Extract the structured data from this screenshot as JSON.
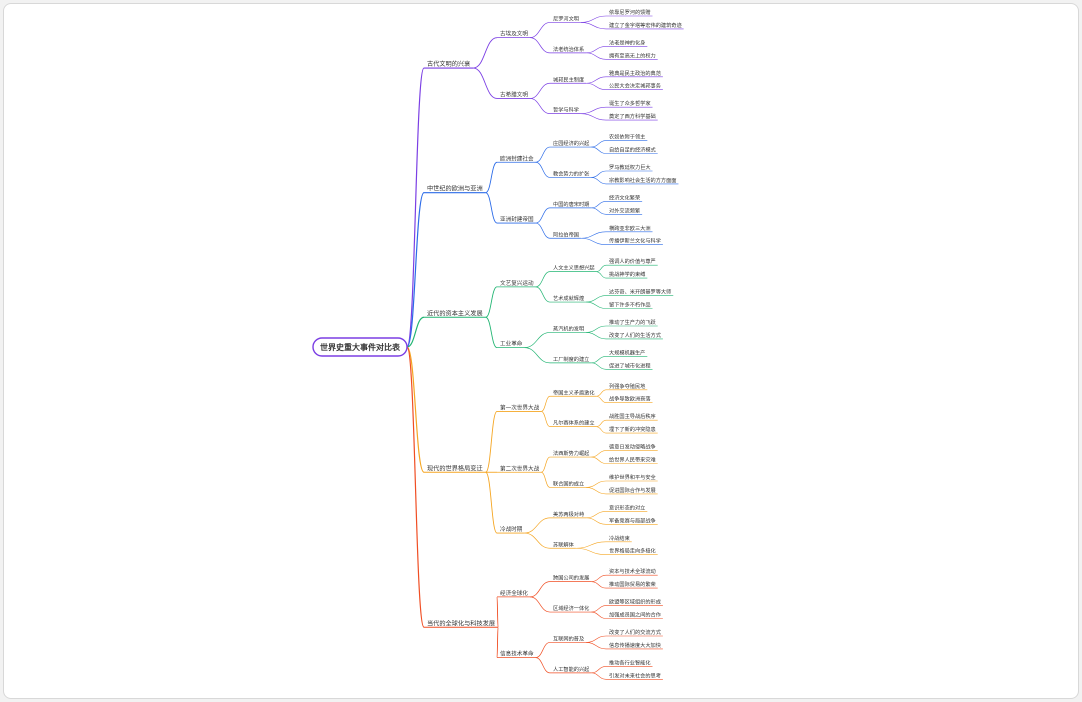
{
  "colors": {
    "background": "#ffffff",
    "root_border": "#7b3fe4",
    "branches": [
      "#7b3fe4",
      "#2b6be8",
      "#22b573",
      "#f5a623",
      "#f04e23",
      "#e64aa8"
    ]
  },
  "mindmap": {
    "root": "世界史重大事件对比表",
    "branches": [
      {
        "label": "古代文明的兴衰",
        "children": [
          {
            "label": "古埃及文明",
            "children": [
              {
                "label": "尼罗河文明",
                "children": [
                  {
                    "label": "依靠尼罗河的馈赠"
                  },
                  {
                    "label": "建立了金字塔等宏伟的建筑奇迹"
                  }
                ]
              },
              {
                "label": "法老统治体系",
                "children": [
                  {
                    "label": "法老是神的化身"
                  },
                  {
                    "label": "拥有至高无上的权力"
                  }
                ]
              }
            ]
          },
          {
            "label": "古希腊文明",
            "children": [
              {
                "label": "城邦民主制度",
                "children": [
                  {
                    "label": "雅典是民主政治的典范"
                  },
                  {
                    "label": "公民大会决定城邦事务"
                  }
                ]
              },
              {
                "label": "哲学与科学",
                "children": [
                  {
                    "label": "诞生了众多哲学家"
                  },
                  {
                    "label": "奠定了西方科学基础"
                  }
                ]
              }
            ]
          }
        ]
      },
      {
        "label": "中世纪的欧洲与亚洲",
        "children": [
          {
            "label": "欧洲封建社会",
            "children": [
              {
                "label": "庄园经济的兴起",
                "children": [
                  {
                    "label": "农奴依附于领主"
                  },
                  {
                    "label": "自给自足的经济模式"
                  }
                ]
              },
              {
                "label": "教会势力的扩张",
                "children": [
                  {
                    "label": "罗马教廷权力巨大"
                  },
                  {
                    "label": "宗教影响社会生活的方方面面"
                  }
                ]
              }
            ]
          },
          {
            "label": "亚洲封建帝国",
            "children": [
              {
                "label": "中国的唐宋时期",
                "children": [
                  {
                    "label": "经济文化繁荣"
                  },
                  {
                    "label": "对外交流频繁"
                  }
                ]
              },
              {
                "label": "阿拉伯帝国",
                "children": [
                  {
                    "label": "横跨亚非欧三大洲"
                  },
                  {
                    "label": "传播伊斯兰文化与科学"
                  }
                ]
              }
            ]
          }
        ]
      },
      {
        "label": "近代的资本主义发展",
        "children": [
          {
            "label": "文艺复兴运动",
            "children": [
              {
                "label": "人文主义思想兴起",
                "children": [
                  {
                    "label": "强调人的价值与尊严"
                  },
                  {
                    "label": "挑战神学的束缚"
                  }
                ]
              },
              {
                "label": "艺术成就辉煌",
                "children": [
                  {
                    "label": "达芬奇、米开朗基罗等大师"
                  },
                  {
                    "label": "留下许多不朽作品"
                  }
                ]
              }
            ]
          },
          {
            "label": "工业革命",
            "children": [
              {
                "label": "蒸汽机的发明",
                "children": [
                  {
                    "label": "推动了生产力的飞跃"
                  },
                  {
                    "label": "改变了人们的生活方式"
                  }
                ]
              },
              {
                "label": "工厂制度的建立",
                "children": [
                  {
                    "label": "大规模机器生产"
                  },
                  {
                    "label": "促进了城市化进程"
                  }
                ]
              }
            ]
          }
        ]
      },
      {
        "label": "现代的世界格局变迁",
        "children": [
          {
            "label": "第一次世界大战",
            "children": [
              {
                "label": "帝国主义矛盾激化",
                "children": [
                  {
                    "label": "列强争夺殖民地"
                  },
                  {
                    "label": "战争导致欧洲衰落"
                  }
                ]
              },
              {
                "label": "凡尔赛体系的建立",
                "children": [
                  {
                    "label": "战胜国主导战后秩序"
                  },
                  {
                    "label": "埋下了新的冲突隐患"
                  }
                ]
              }
            ]
          },
          {
            "label": "第二次世界大战",
            "children": [
              {
                "label": "法西斯势力崛起",
                "children": [
                  {
                    "label": "德意日发动侵略战争"
                  },
                  {
                    "label": "给世界人民带来灾难"
                  }
                ]
              },
              {
                "label": "联合国的成立",
                "children": [
                  {
                    "label": "维护世界和平与安全"
                  },
                  {
                    "label": "促进国际合作与发展"
                  }
                ]
              }
            ]
          },
          {
            "label": "冷战时期",
            "children": [
              {
                "label": "美苏两极对峙",
                "children": [
                  {
                    "label": "意识形态的对立"
                  },
                  {
                    "label": "军备竞赛与局部战争"
                  }
                ]
              },
              {
                "label": "苏联解体",
                "children": [
                  {
                    "label": "冷战结束"
                  },
                  {
                    "label": "世界格局走向多极化"
                  }
                ]
              }
            ]
          }
        ]
      },
      {
        "label": "当代的全球化与科技发展",
        "children": [
          {
            "label": "经济全球化",
            "children": [
              {
                "label": "跨国公司的发展",
                "children": [
                  {
                    "label": "资本与技术全球流动"
                  },
                  {
                    "label": "推动国际贸易的繁荣"
                  }
                ]
              },
              {
                "label": "区域经济一体化",
                "children": [
                  {
                    "label": "欧盟等区域组织的形成"
                  },
                  {
                    "label": "加强成员国之间的合作"
                  }
                ]
              }
            ]
          },
          {
            "label": "信息技术革命",
            "children": [
              {
                "label": "互联网的普及",
                "children": [
                  {
                    "label": "改变了人们的交流方式"
                  },
                  {
                    "label": "信息传播速度大大加快"
                  }
                ]
              },
              {
                "label": "人工智能的兴起",
                "children": [
                  {
                    "label": "推动各行业智能化"
                  },
                  {
                    "label": "引发对未来社会的思考"
                  }
                ]
              }
            ]
          }
        ]
      }
    ]
  }
}
